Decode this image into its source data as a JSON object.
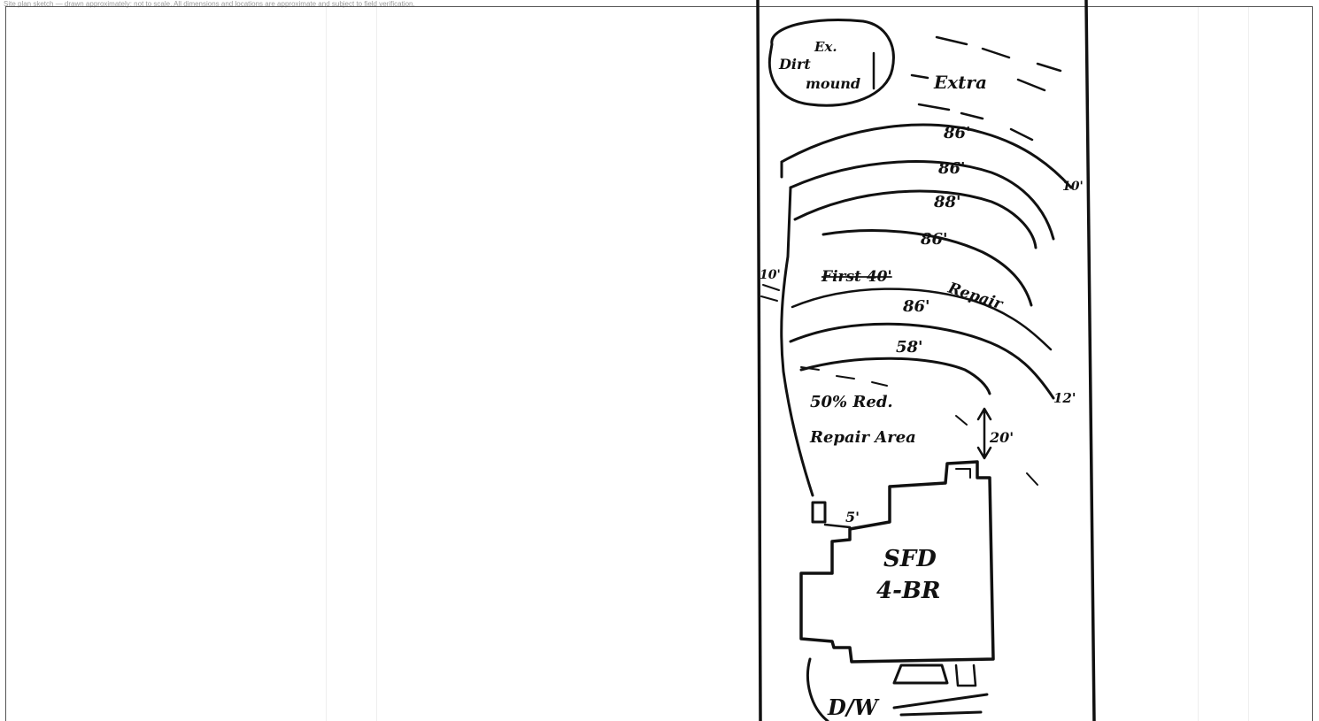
{
  "header": {
    "text": "Site plan sketch — drawn approximately; not to scale. All dimensions and locations are approximate and subject to field verification."
  },
  "sketch": {
    "dirt_mound_label_line1": "Ex.",
    "dirt_mound_label_line2": "Dirt",
    "dirt_mound_label_line3": "mound",
    "extra_label": "Extra",
    "line_lengths": [
      "86'",
      "86'",
      "88'",
      "86'",
      "86'",
      "58'"
    ],
    "left_offset_top": "10'",
    "right_offset_top": "10'",
    "right_offset_bottom": "12'",
    "first_40_label": "First 40'",
    "repair_label": "Repair",
    "fifty_percent_line1": "50% Red.",
    "fifty_percent_line2": "Repair Area",
    "house_gap": "20'",
    "setback": "5'",
    "house_line1": "SFD",
    "house_line2": "4-BR",
    "dw_label": "D/W"
  }
}
